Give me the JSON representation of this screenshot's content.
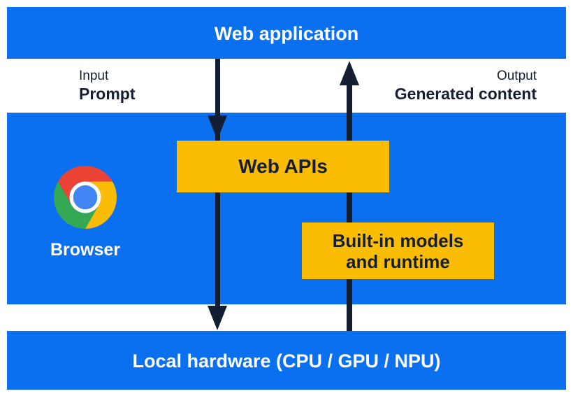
{
  "colors": {
    "blue": "#0b70f0",
    "yellow": "#fbbc04",
    "navy": "#141e33",
    "white": "#ffffff",
    "chrome_red": "#ea4335",
    "chrome_green": "#34a853",
    "chrome_yellow": "#fbbc05",
    "chrome_blue": "#4285f4"
  },
  "top_bar": {
    "label": "Web application"
  },
  "io_row": {
    "input_label": "Input",
    "input_value": "Prompt",
    "output_label": "Output",
    "output_value": "Generated content"
  },
  "browser_section": {
    "browser_label": "Browser",
    "web_apis_label": "Web APIs",
    "builtin_label": "Built-in models and runtime"
  },
  "bottom_bar": {
    "label": "Local hardware (CPU / GPU / NPU)"
  },
  "icons": {
    "chrome_logo": "chrome-browser-logo"
  }
}
